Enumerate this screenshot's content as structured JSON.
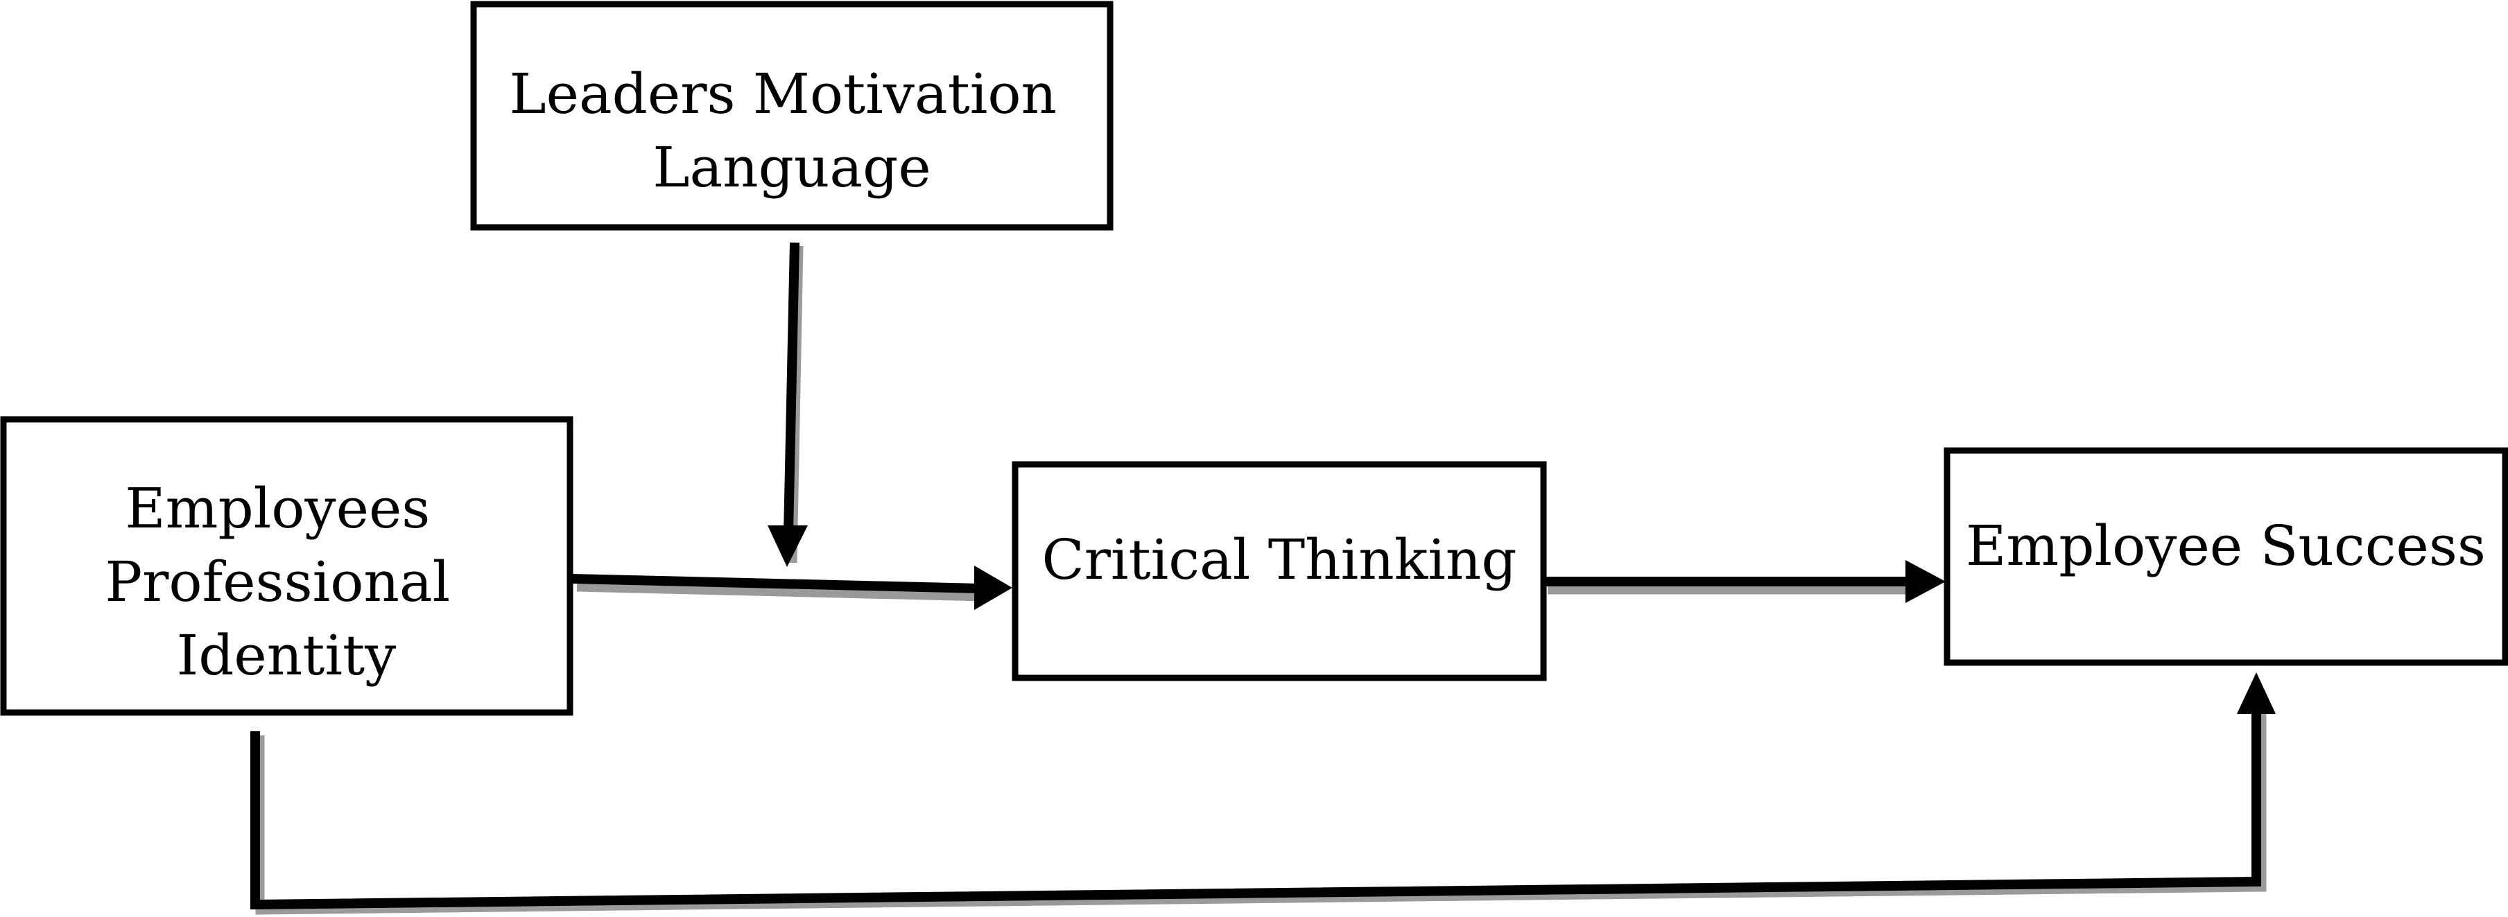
{
  "diagram": {
    "nodes": {
      "leaders": {
        "label_lines": [
          "Leaders Motivation",
          "Language"
        ]
      },
      "professional_identity": {
        "label_lines": [
          "Employees",
          "Professional",
          "Identity"
        ]
      },
      "critical_thinking": {
        "label_lines": [
          "Critical Thinking"
        ]
      },
      "employee_success": {
        "label_lines": [
          "Employee Success"
        ]
      }
    },
    "edges": [
      {
        "from": "professional_identity",
        "to": "critical_thinking",
        "kind": "direct"
      },
      {
        "from": "critical_thinking",
        "to": "employee_success",
        "kind": "direct"
      },
      {
        "from": "professional_identity",
        "to": "employee_success",
        "kind": "direct"
      },
      {
        "from": "leaders",
        "to": "professional_identity->critical_thinking",
        "kind": "moderation"
      }
    ],
    "colors": {
      "line": "#000000",
      "shadow": "#9a9a9a",
      "background": "#ffffff"
    }
  }
}
